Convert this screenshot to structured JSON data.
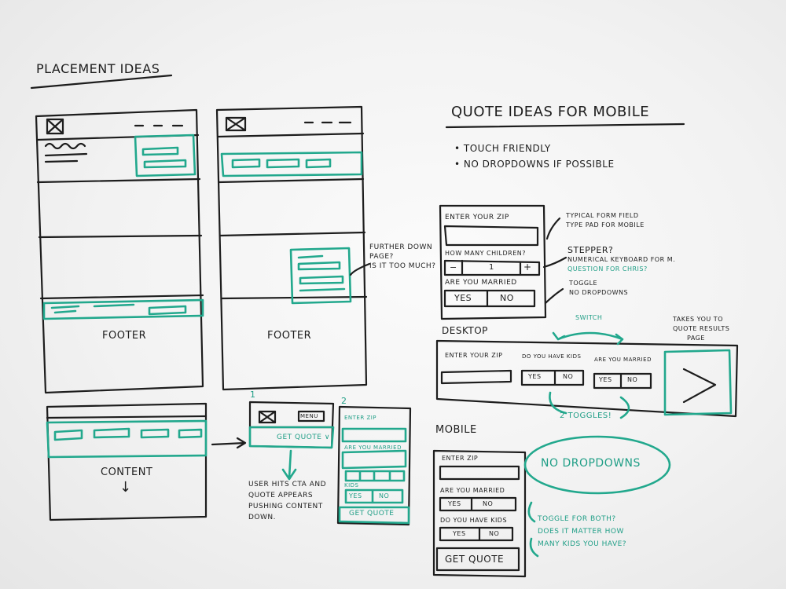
{
  "titles": {
    "placement": "PLACEMENT IDEAS",
    "quote_mobile": "QUOTE IDEAS FOR MOBILE",
    "desktop": "DESKTOP",
    "mobile": "MOBILE"
  },
  "bullets": [
    "• TOUCH FRIENDLY",
    "• NO DROPDOWNS IF POSSIBLE"
  ],
  "placement": {
    "footer_a": "FOOTER",
    "footer_b": "FOOTER",
    "further_down": [
      "FURTHER DOWN",
      "PAGE?",
      "IS IT TOO MUCH?"
    ],
    "content": "CONTENT",
    "arrow_down": "↓",
    "num1": "1",
    "num2": "2",
    "menu": "MENU",
    "get_quote_bar": "GET QUOTE ∨",
    "user_note": [
      "USER HITS CTA AND",
      "QUOTE APPEARS",
      "PUSHING CONTENT",
      "DOWN."
    ],
    "phone": {
      "enter_zip": "ENTER ZIP",
      "married": "ARE YOU MARRIED",
      "kids": "KIDS",
      "yes": "YES",
      "no": "NO",
      "get_quote": "GET QUOTE"
    }
  },
  "form": {
    "enter_zip": "ENTER YOUR ZIP",
    "children": "HOW MANY CHILDREN?",
    "minus": "−",
    "count": "1",
    "plus": "+",
    "married": "ARE YOU MARRIED",
    "yes": "YES",
    "no": "NO"
  },
  "notes": {
    "typical": [
      "TYPICAL FORM FIELD",
      "TYPE PAD FOR MOBILE"
    ],
    "stepper": "STEPPER?",
    "keyboard": "NUMERICAL KEYBOARD FOR M.",
    "question": "QUESTION FOR CHRIS?",
    "toggle": [
      "TOGGLE",
      "NO DROPDOWNS"
    ]
  },
  "desktop": {
    "switch": "SWITCH",
    "takes_you": [
      "TAKES YOU TO",
      "QUOTE RESULTS",
      "PAGE"
    ],
    "enter_zip": "ENTER YOUR ZIP",
    "kids": "DO YOU HAVE KIDS",
    "married": "ARE YOU MARRIED",
    "yes": "YES",
    "no": "NO",
    "toggles": "2 TOGGLES!",
    "arrow": ">"
  },
  "mobile": {
    "enter_zip": "ENTER ZIP",
    "married": "ARE YOU MARRIED",
    "kids": "DO YOU HAVE KIDS",
    "yes": "YES",
    "no": "NO",
    "get_quote": "GET QUOTE",
    "no_dropdowns": "NO DROPDOWNS",
    "toggle_both": [
      "TOGGLE FOR BOTH?",
      "DOES IT MATTER HOW",
      "MANY KIDS YOU HAVE?"
    ]
  },
  "colors": {
    "ink": "#1d1d1d",
    "teal": "#22a88d",
    "board": "#f4f4f4"
  }
}
